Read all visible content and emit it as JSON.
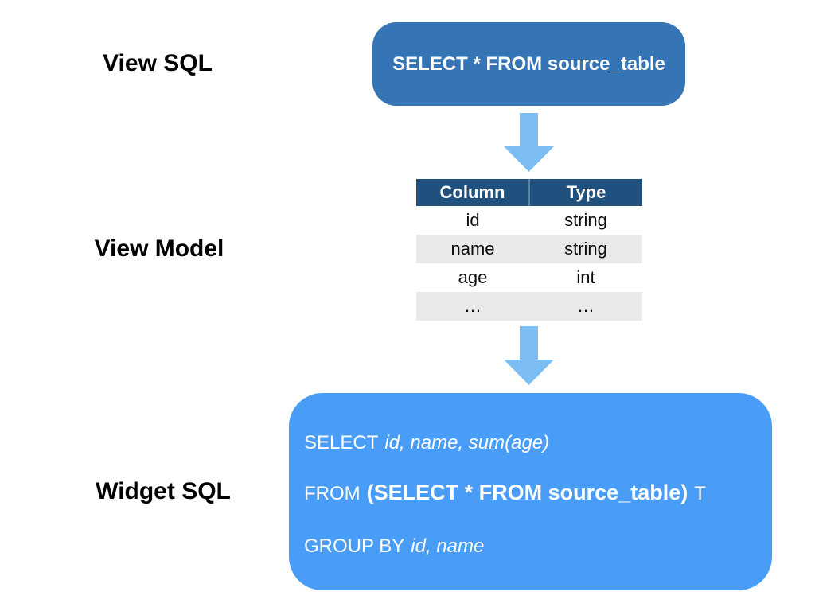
{
  "labels": {
    "view_sql": "View SQL",
    "view_model": "View Model",
    "widget_sql": "Widget SQL"
  },
  "view_sql_box": {
    "code": "SELECT * FROM source_table"
  },
  "view_model_table": {
    "headers": [
      "Column",
      "Type"
    ],
    "rows": [
      [
        "id",
        "string"
      ],
      [
        "name",
        "string"
      ],
      [
        "age",
        "int"
      ],
      [
        "…",
        "…"
      ]
    ]
  },
  "widget_sql_box": {
    "line1_keyword": "SELECT",
    "line1_args": "id, name, sum(age)",
    "line2_keyword": "FROM",
    "line2_subquery": "(SELECT * FROM source_table)",
    "line2_alias": "T",
    "line3_keyword": "GROUP BY",
    "line3_args": "id, name"
  },
  "icons": {
    "arrow_between_sql_and_model": "down-arrow",
    "arrow_between_model_and_widget": "down-arrow"
  },
  "colors": {
    "view_sql_box_bg": "#3574B5",
    "widget_sql_box_bg": "#4A9DF6",
    "arrow": "#7CBEF4",
    "table_header_bg": "#20507D",
    "table_stripe_bg": "#E9E9EA",
    "text_on_blue": "#FFFFFF",
    "label_text": "#000000"
  }
}
